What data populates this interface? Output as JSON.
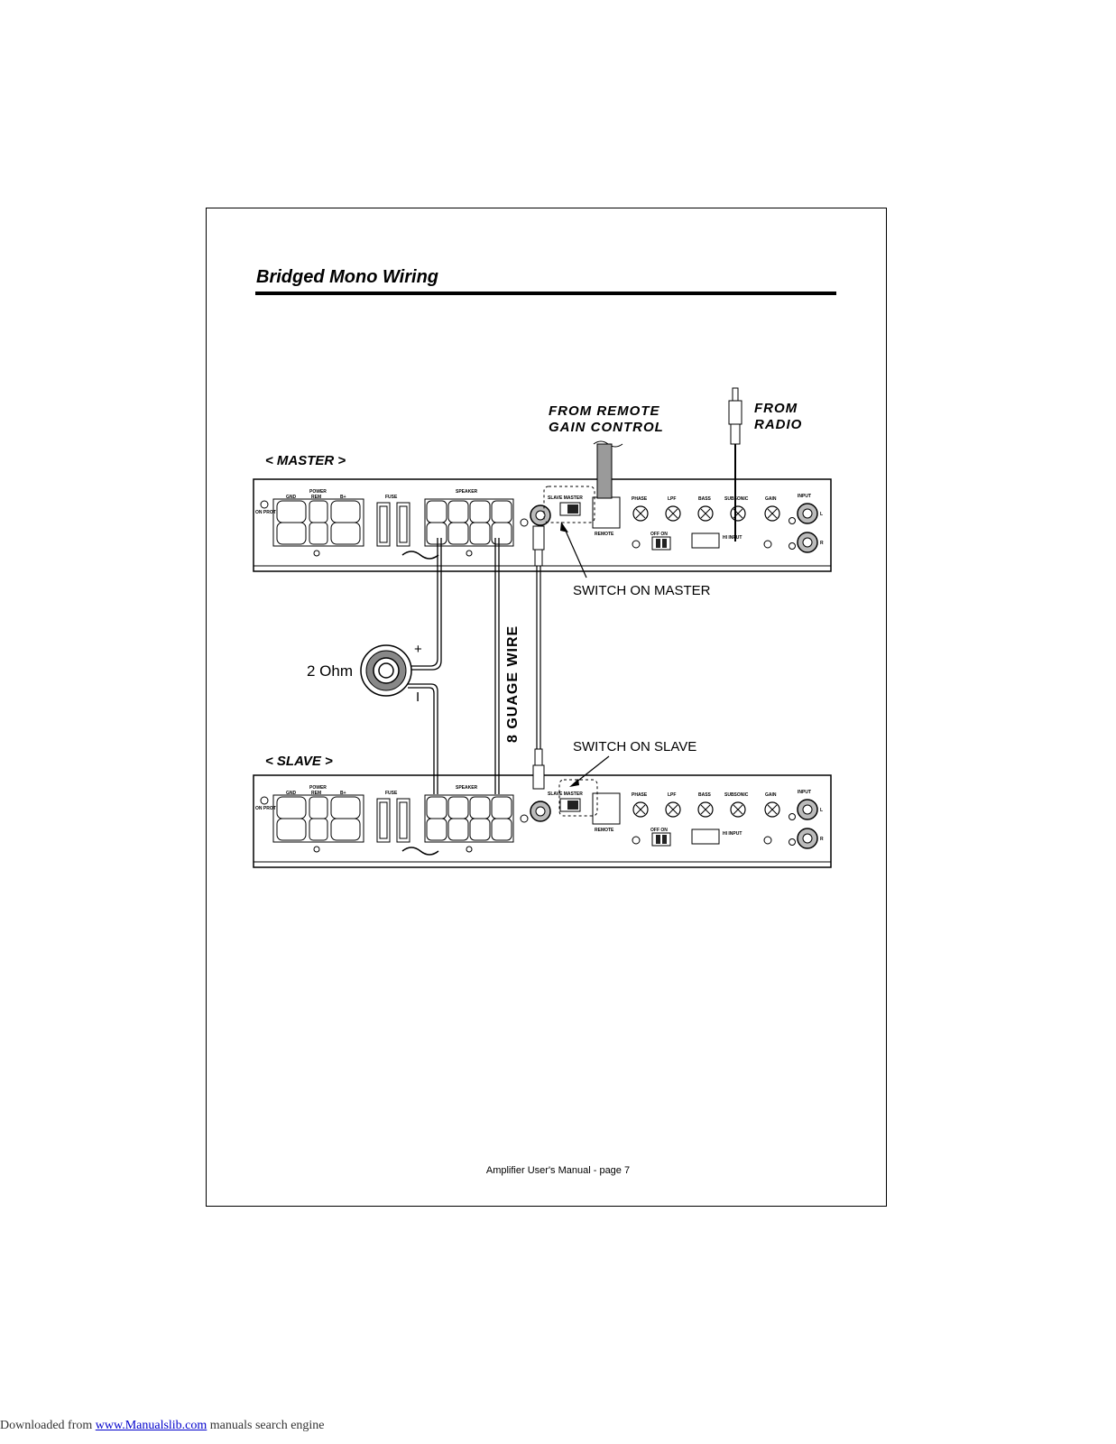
{
  "page": {
    "title": "Bridged Mono Wiring",
    "footer": "Amplifier User's Manual - page 7"
  },
  "labels": {
    "from_remote_line1": "FROM REMOTE",
    "from_remote_line2": "GAIN CONTROL",
    "from_radio_line1": "FROM",
    "from_radio_line2": "RADIO",
    "master": "< MASTER >",
    "slave": "< SLAVE >",
    "switch_on_master": "SWITCH ON MASTER",
    "switch_on_slave": "SWITCH ON SLAVE",
    "wire": "8 GUAGE WIRE",
    "impedance": "2 Ohm",
    "plus": "+",
    "minus": "I"
  },
  "amp_panel": {
    "power": "POWER",
    "gnd": "GND",
    "rem": "REM",
    "bplus": "B+",
    "fuse": "FUSE",
    "speaker": "SPEAKER",
    "prot": "ON PROT",
    "slave_master": "SLAVE  MASTER",
    "remote": "REMOTE",
    "phase": "PHASE",
    "lpf": "LPF",
    "bass": "BASS",
    "subsonic": "SUBSONIC",
    "gain": "GAIN",
    "input": "INPUT",
    "off_on": "OFF ON",
    "hi_input": "HI INPUT",
    "left": "L",
    "right": "R"
  },
  "download_bar": {
    "prefix": "Downloaded from ",
    "link": "www.Manualslib.com",
    "suffix": "  manuals search engine"
  }
}
